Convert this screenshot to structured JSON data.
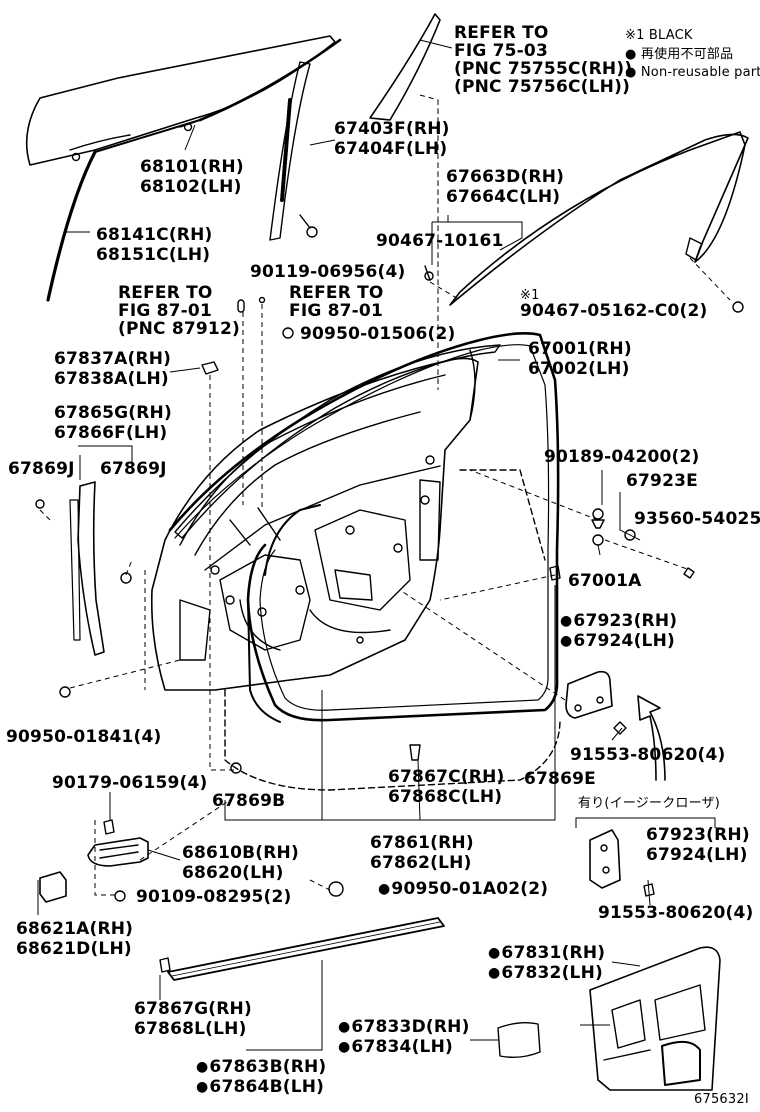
{
  "legend": {
    "mark1": "※1 BLACK",
    "jp": "● 再使用不可部品",
    "en": "● Non-reusable part"
  },
  "refs": {
    "r1": [
      "REFER TO",
      "FIG 75-03",
      "(PNC 75755C(RH))",
      "(PNC 75756C(LH))"
    ],
    "r2": [
      "REFER TO",
      "FIG 87-01",
      "(PNC 87912)"
    ],
    "r3": [
      "REFER TO",
      "FIG 87-01"
    ]
  },
  "labels": {
    "p68101": "68101(RH)",
    "p68102": "68102(LH)",
    "p67403": "67403F(RH)",
    "p67404": "67404F(LH)",
    "p68141": "68141C(RH)",
    "p68151": "68151C(LH)",
    "p67663": "67663D(RH)",
    "p67664": "67664C(LH)",
    "p90467a": "90467-10161",
    "p90119": "90119-06956(4)",
    "p90467b_mark": "※1",
    "p90467b": "90467-05162-C0(2)",
    "p90950a": "90950-01506(2)",
    "p67837": "67837A(RH)",
    "p67838": "67838A(LH)",
    "p67001": "67001(RH)",
    "p67002": "67002(LH)",
    "p67865": "67865G(RH)",
    "p67866": "67866F(LH)",
    "p67869j1": "67869J",
    "p67869j2": "67869J",
    "p90189": "90189-04200(2)",
    "p67923e": "67923E",
    "p93560": "93560-54025",
    "p67001a": "67001A",
    "p67923": "67923(RH)",
    "p67924": "67924(LH)",
    "p90950b": "90950-01841(4)",
    "p91553a": "91553-80620(4)",
    "p90179": "90179-06159(4)",
    "p67869b": "67869B",
    "p67867c": "67867C(RH)",
    "p67868c": "67868C(LH)",
    "p67869e": "67869E",
    "jpnote": "有り(イージークローザ)",
    "p67923b": "67923(RH)",
    "p67924b": "67924(LH)",
    "p68610": "68610B(RH)",
    "p68620": "68620(LH)",
    "p67861": "67861(RH)",
    "p67862": "67862(LH)",
    "p90109": "90109-08295(2)",
    "p90950c": "90950-01A02(2)",
    "p91553b": "91553-80620(4)",
    "p68621a": "68621A(RH)",
    "p68621d": "68621D(LH)",
    "p67831": "67831(RH)",
    "p67832": "67832(LH)",
    "p67867g": "67867G(RH)",
    "p67868l": "67868L(LH)",
    "p67833": "67833D(RH)",
    "p67834": "67834(LH)",
    "p67863": "67863B(RH)",
    "p67864": "67864B(LH)",
    "figno": "675632I"
  }
}
